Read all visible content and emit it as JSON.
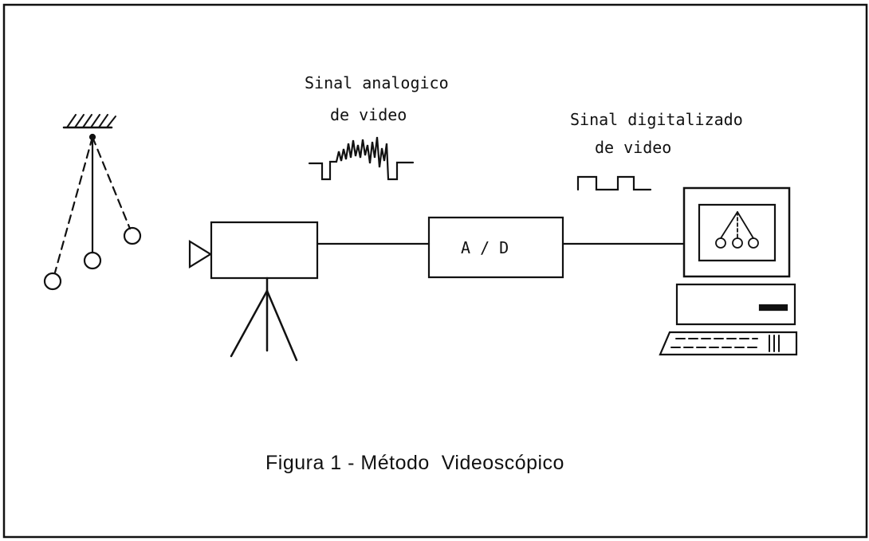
{
  "labels": {
    "analog_line1": "Sinal analogico",
    "analog_line2": "de video",
    "digital_line1": "Sinal digitalizado",
    "digital_line2": "de video",
    "ad_converter": "A / D"
  },
  "caption": "Figura 1 - Método  Videoscópico",
  "colors": {
    "ink": "#111111",
    "paper": "#ffffff"
  },
  "components": [
    "pendulum",
    "video-camera",
    "tripod",
    "ad-converter",
    "computer-monitor",
    "computer-base",
    "keyboard"
  ]
}
